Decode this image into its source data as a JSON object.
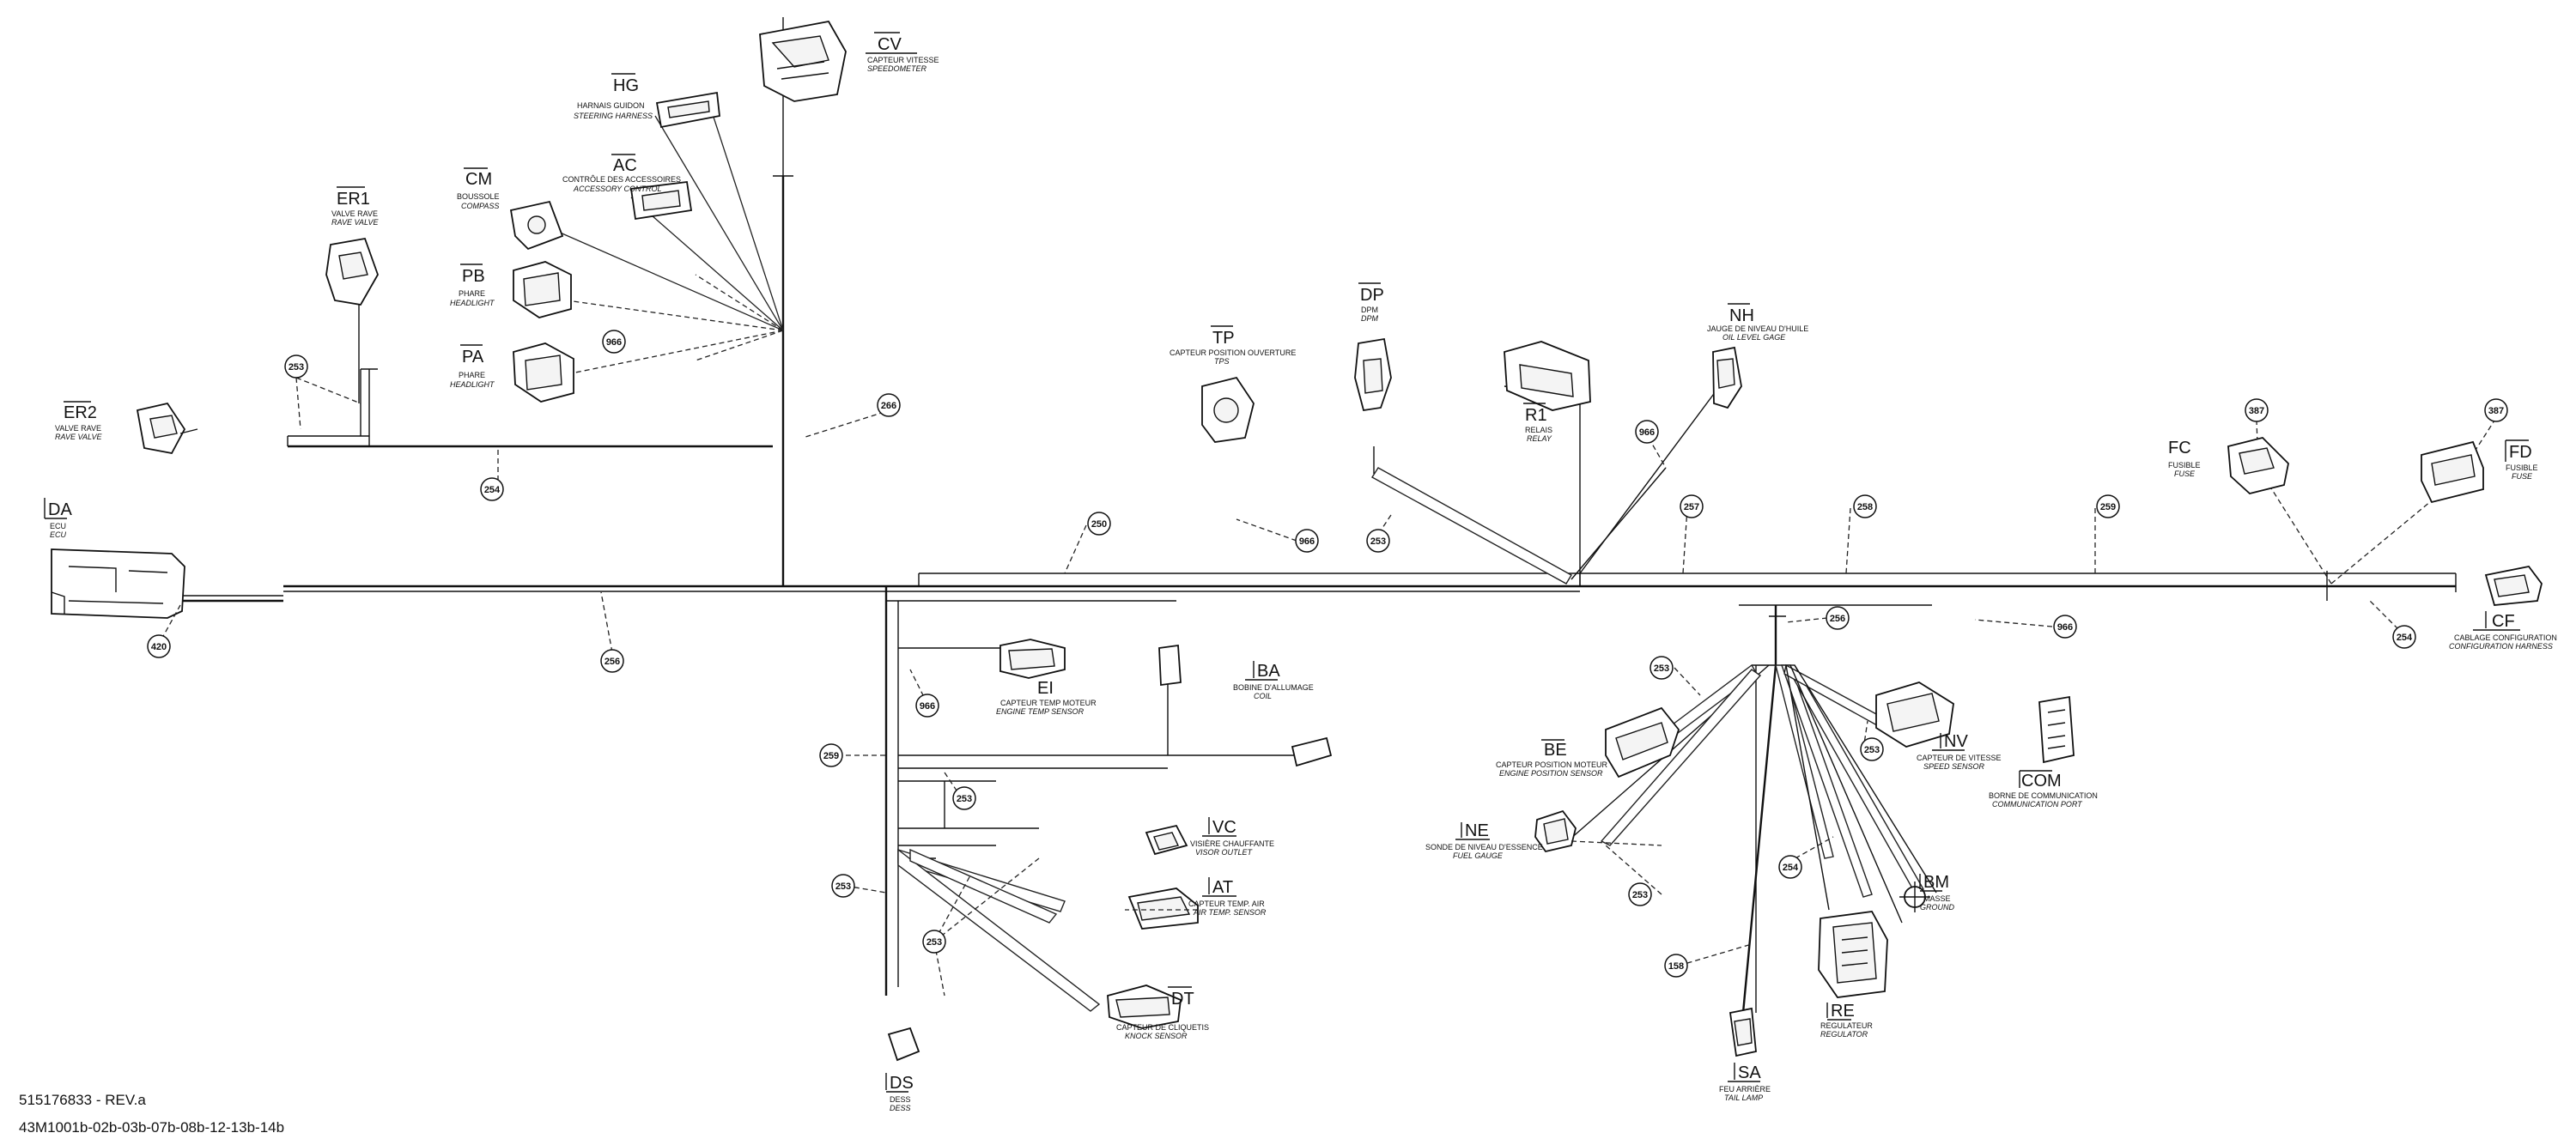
{
  "footer": {
    "part_number": "515176833 - REV.a",
    "model_codes": "43M1001b-02b-03b-07b-08b-12-13b-14b"
  },
  "labels": {
    "CV": {
      "code": "CV",
      "fr": "CAPTEUR VITESSE",
      "en": "SPEEDOMETER"
    },
    "HG": {
      "code": "HG",
      "fr": "HARNAIS GUIDON",
      "en": "STEERING HARNESS"
    },
    "AC": {
      "code": "AC",
      "fr": "CONTRÔLE DES ACCESSOIRES",
      "en": "ACCESSORY CONTROL"
    },
    "CM": {
      "code": "CM",
      "fr": "BOUSSOLE",
      "en": "COMPASS"
    },
    "ER1": {
      "code": "ER1",
      "fr": "VALVE RAVE",
      "en": "RAVE VALVE"
    },
    "ER2": {
      "code": "ER2",
      "fr": "VALVE RAVE",
      "en": "RAVE VALVE"
    },
    "PB": {
      "code": "PB",
      "fr": "PHARE",
      "en": "HEADLIGHT"
    },
    "PA": {
      "code": "PA",
      "fr": "PHARE",
      "en": "HEADLIGHT"
    },
    "TP": {
      "code": "TP",
      "fr": "CAPTEUR POSITION OUVERTURE",
      "en": "TPS"
    },
    "DP": {
      "code": "DP",
      "fr": "DPM",
      "en": "DPM"
    },
    "R1": {
      "code": "R1",
      "fr": "RELAIS",
      "en": "RELAY"
    },
    "NH": {
      "code": "NH",
      "fr": "JAUGE DE NIVEAU D'HUILE",
      "en": "OIL LEVEL GAGE"
    },
    "FC": {
      "code": "FC",
      "fr": "FUSIBLE",
      "en": "FUSE"
    },
    "FD": {
      "code": "FD",
      "fr": "FUSIBLE",
      "en": "FUSE"
    },
    "DA": {
      "code": "DA",
      "fr": "ECU",
      "en": "ECU"
    },
    "CF": {
      "code": "CF",
      "fr": "CABLAGE CONFIGURATION",
      "en": "CONFIGURATION HARNESS"
    },
    "EI": {
      "code": "EI",
      "fr": "CAPTEUR TEMP MOTEUR",
      "en": "ENGINE TEMP SENSOR"
    },
    "BA": {
      "code": "BA",
      "fr": "BOBINE D'ALLUMAGE",
      "en": "COIL"
    },
    "VC": {
      "code": "VC",
      "fr": "VISIÈRE CHAUFFANTE",
      "en": "VISOR OUTLET"
    },
    "AT": {
      "code": "AT",
      "fr": "CAPTEUR TEMP. AIR",
      "en": "AIR TEMP. SENSOR"
    },
    "DT": {
      "code": "DT",
      "fr": "CAPTEUR DE CLIQUETIS",
      "en": "KNOCK SENSOR"
    },
    "DS": {
      "code": "DS",
      "fr": "DESS",
      "en": "DESS"
    },
    "BE": {
      "code": "BE",
      "fr": "CAPTEUR POSITION MOTEUR",
      "en": "ENGINE POSITION SENSOR"
    },
    "NV": {
      "code": "NV",
      "fr": "CAPTEUR DE VITESSE",
      "en": "SPEED SENSOR"
    },
    "COM": {
      "code": "COM",
      "fr": "BORNE DE COMMUNICATION",
      "en": "COMMUNICATION PORT"
    },
    "NE": {
      "code": "NE",
      "fr": "SONDE DE NIVEAU D'ESSENCE",
      "en": "FUEL GAUGE"
    },
    "BM": {
      "code": "BM",
      "fr": "MASSE",
      "en": "GROUND"
    },
    "RE": {
      "code": "RE",
      "fr": "REGULATEUR",
      "en": "REGULATOR"
    },
    "SA": {
      "code": "SA",
      "fr": "FEU ARRIÈRE",
      "en": "TAIL LAMP"
    }
  },
  "callouts": {
    "c253_top": "253",
    "c254_left": "254",
    "c966_pb": "966",
    "c266": "266",
    "c420": "420",
    "c256_lower": "256",
    "c250": "250",
    "c966_mid": "966",
    "c253_dp": "253",
    "c966_nh": "966",
    "c257": "257",
    "c258": "258",
    "c259": "259",
    "c387_fc": "387",
    "c387_fd": "387",
    "c256_right": "256",
    "c966_right": "966",
    "c254_cf": "254",
    "c966_ei": "966",
    "c259_left": "259",
    "c253_a": "253",
    "c253_b": "253",
    "c253_c": "253",
    "c253_be": "253",
    "c253_nv": "253",
    "c254_bm": "254",
    "c253_ne": "253",
    "c158": "158"
  }
}
